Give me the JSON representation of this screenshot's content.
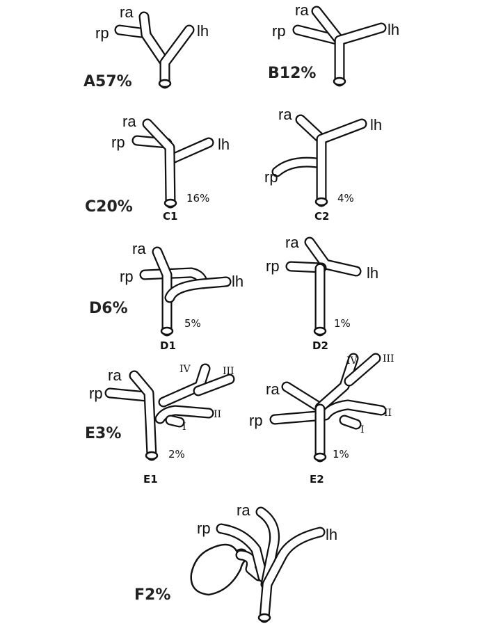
{
  "labels": {
    "ra": "ra",
    "rp": "rp",
    "lh": "lh"
  },
  "segments": {
    "I": "I",
    "II": "II",
    "III": "III",
    "IV": "IV"
  },
  "variants": {
    "A": {
      "title": "A57%"
    },
    "B": {
      "title": "B12%"
    },
    "C": {
      "title": "C20%",
      "C1": {
        "name": "C1",
        "pct": "16%"
      },
      "C2": {
        "name": "C2",
        "pct": "4%"
      }
    },
    "D": {
      "title": "D6%",
      "D1": {
        "name": "D1",
        "pct": "5%"
      },
      "D2": {
        "name": "D2",
        "pct": "1%"
      }
    },
    "E": {
      "title": "E3%",
      "E1": {
        "name": "E1",
        "pct": "2%"
      },
      "E2": {
        "name": "E2",
        "pct": "1%"
      }
    },
    "F": {
      "title": "F2%"
    }
  }
}
